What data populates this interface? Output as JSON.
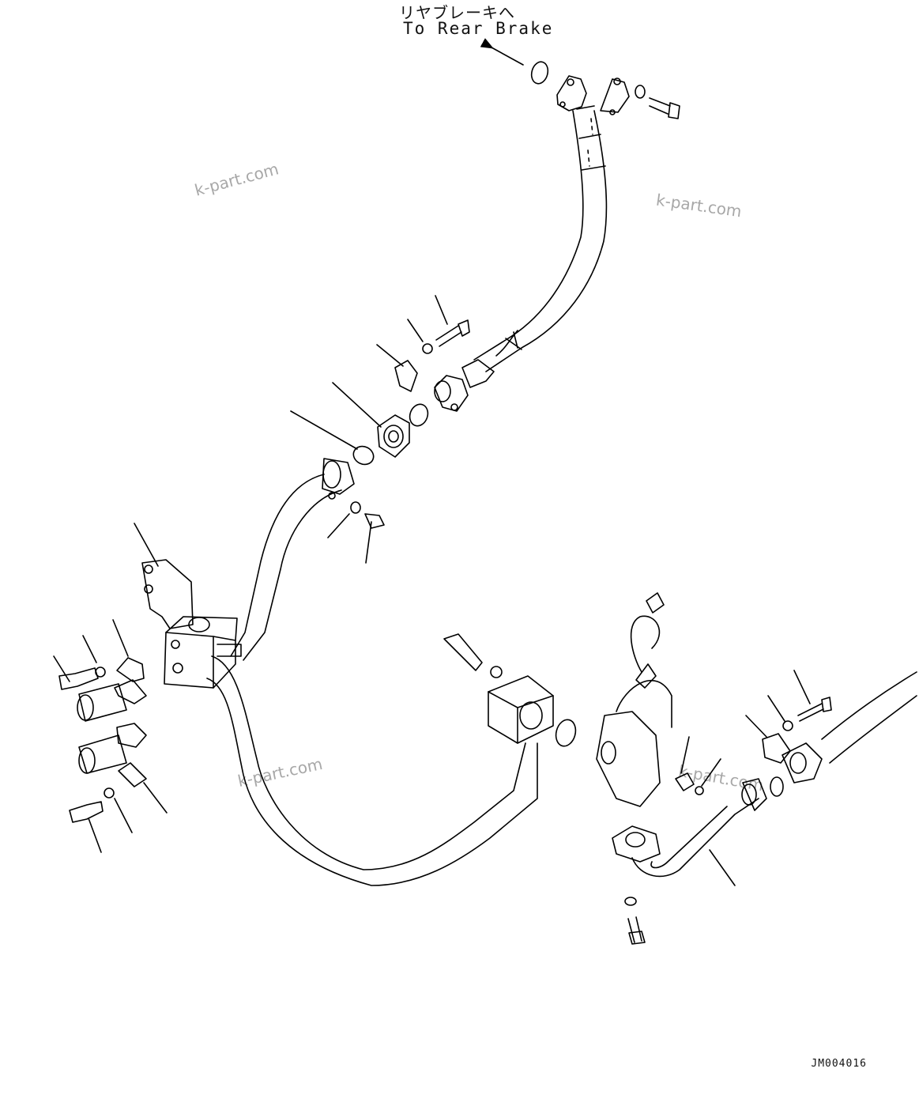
{
  "header": {
    "direction_jp": "リヤブレーキへ",
    "direction_en": "To Rear Brake"
  },
  "footer": {
    "drawing_code": "JM004016"
  },
  "watermarks": [
    "k-part.com",
    "k-part.com",
    "k-part.com",
    "k-part.com"
  ]
}
